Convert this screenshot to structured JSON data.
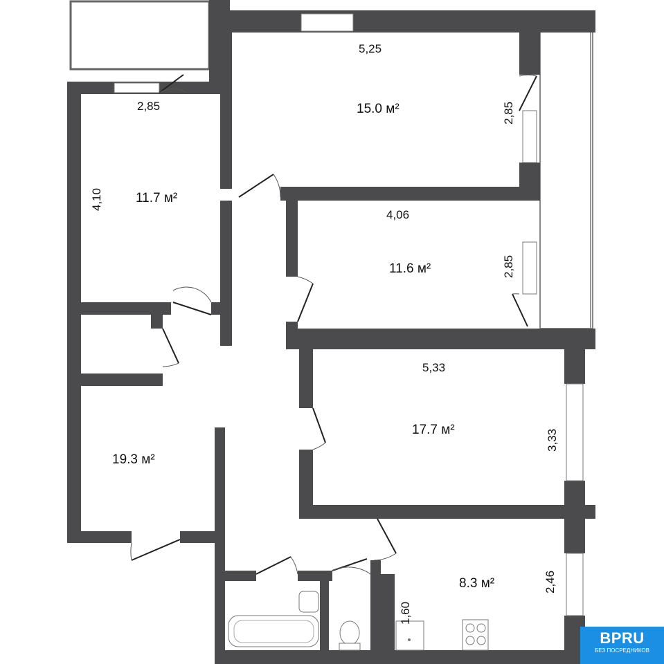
{
  "rooms": [
    {
      "name": "room-top",
      "area": "15.0 м²",
      "dims": [
        "5,25",
        "2,85"
      ]
    },
    {
      "name": "room-left",
      "area": "11.7 м²",
      "dims": [
        "2,85",
        "4,10"
      ]
    },
    {
      "name": "room-middle",
      "area": "11.6 м²",
      "dims": [
        "4,06",
        "2,85"
      ]
    },
    {
      "name": "room-large",
      "area": "17.7 м²",
      "dims": [
        "5,33",
        "3,33"
      ]
    },
    {
      "name": "room-living",
      "area": "19.3 м²",
      "dims": []
    },
    {
      "name": "kitchen",
      "area": "8.3 м²",
      "dims": [
        "2,46",
        "1,60"
      ]
    }
  ],
  "logo": {
    "brand": "BPRU",
    "tagline": "БЕЗ ПОСРЕДНИКОВ"
  },
  "colors": {
    "wall": "#4b4b4d",
    "logo_bg": "#1a8fe3"
  }
}
